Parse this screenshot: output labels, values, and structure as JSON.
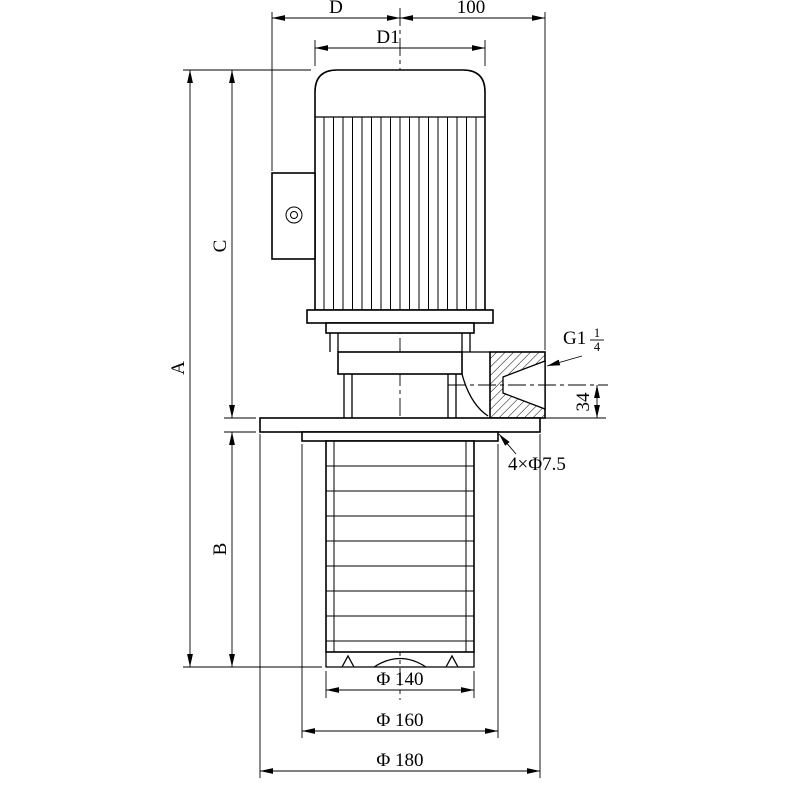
{
  "drawing": {
    "kind": "pump-outline-dimension-drawing",
    "colors": {
      "line": "#000000",
      "background": "#ffffff"
    },
    "labels": {
      "dim_d": "D",
      "dim_d1": "D1",
      "dim_100": "100",
      "dim_a": "A",
      "dim_b": "B",
      "dim_c": "C",
      "dim_34": "34",
      "thread_prefix": "G1",
      "thread_numerator": "1",
      "thread_denominator": "4",
      "holes": "4×Φ7.5",
      "dia_140": "Φ 140",
      "dia_160": "Φ 160",
      "dia_180": "Φ 180"
    }
  }
}
